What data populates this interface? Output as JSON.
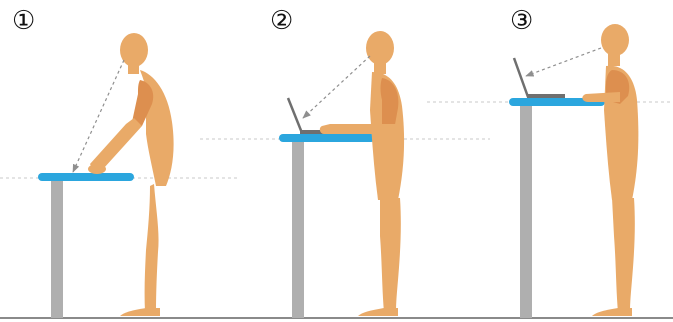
{
  "panels": [
    {
      "number": "①",
      "setup": "table-too-low"
    },
    {
      "number": "②",
      "setup": "table-elbow-height-laptop"
    },
    {
      "number": "③",
      "setup": "table-too-high-laptop"
    }
  ],
  "colors": {
    "figure": "#E9AA68",
    "figure_shadow": "#DD8F4F",
    "tabletop": "#2BA6DE",
    "table_leg": "#AFAFAF",
    "floor": "#8A8A8A",
    "guide_line": "#C8C8C8",
    "sight_line": "#8F8F8F",
    "laptop": "#6F6F6F",
    "number_text": "#111111"
  }
}
